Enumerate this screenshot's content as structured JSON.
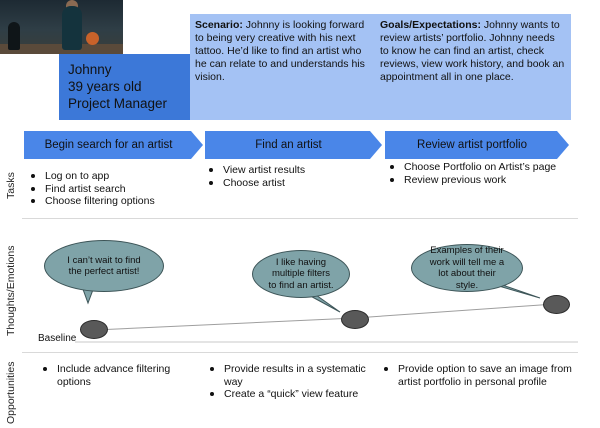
{
  "persona": {
    "photo_alt": "basketball-players-photo",
    "name": "Johnny",
    "age": "39 years old",
    "role": "Project Manager"
  },
  "scenario": {
    "label": "Scenario:",
    "text": " Johnny is looking forward to being very creative with his next tattoo. He’d  like to find an artist who he can relate to and understands his vision."
  },
  "goals": {
    "label": "Goals/Expectations:",
    "text": " Johnny wants to review artists’ portfolio. Johnny needs to know he can find an artist, check reviews, view work history, and book an appointment all in one place."
  },
  "phases": [
    {
      "label": "Begin search for an artist"
    },
    {
      "label": "Find an artist"
    },
    {
      "label": "Review artist portfolio"
    }
  ],
  "sections": {
    "tasks": "Tasks",
    "thoughts": "Thoughts/Emotions",
    "opportunities": "Opportunities"
  },
  "tasks": [
    [
      "Log on to app",
      "Find artist search",
      "Choose filtering options"
    ],
    [
      "View artist results",
      "Choose artist"
    ],
    [
      "Choose Portfolio on Artist’s page",
      "Review previous work"
    ]
  ],
  "thoughts": [
    "I can’t wait to find the perfect artist!",
    "I like having multiple filters to find an artist.",
    "Examples of their work will tell me a lot about their style."
  ],
  "baseline_label": "Baseline",
  "opportunities": [
    [
      "Include advance filtering options"
    ],
    [
      "Provide results in a systematic way",
      "Create a “quick” view feature"
    ],
    [
      "Provide option to save an image from artist portfolio in personal profile"
    ]
  ],
  "colors": {
    "persona_box": "#3c78d8",
    "scenario_box": "#a4c2f4",
    "phase_arrow": "#4a86e8",
    "bubble": "#7fa3a8",
    "dot": "#595959"
  }
}
